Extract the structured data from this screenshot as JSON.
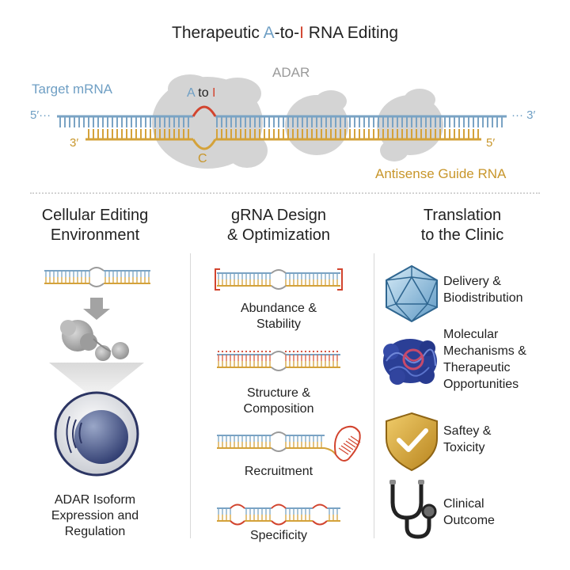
{
  "header": {
    "title_prefix": "Therapeutic ",
    "title_a": "A",
    "title_mid": "-to-",
    "title_i": "I",
    "title_suffix": " RNA Editing"
  },
  "schematic": {
    "target_label": "Target mRNA",
    "adar_label": "ADAR",
    "a_label": "A",
    "to_label": "to",
    "i_label": "I",
    "c_label": "C",
    "top_left_end": "5′···",
    "top_right_end": "··· 3′",
    "bottom_left_end": "3′",
    "bottom_right_end": "5′",
    "guide_label": "Antisense Guide RNA"
  },
  "columns": [
    {
      "heading_line1": "Cellular Editing",
      "heading_line2": "Environment",
      "caption_line1": "ADAR Isoform",
      "caption_line2": "Expression and",
      "caption_line3": "Regulation"
    },
    {
      "heading_line1": "gRNA Design",
      "heading_line2": "& Optimization",
      "items": [
        {
          "line1": "Abundance &",
          "line2": "Stability"
        },
        {
          "line1": "Structure &",
          "line2": "Composition"
        },
        {
          "line1": "Recruitment"
        },
        {
          "line1": "Specificity"
        }
      ]
    },
    {
      "heading_line1": "Translation",
      "heading_line2": "to the Clinic",
      "items": [
        {
          "icon": "icosahedron-icon",
          "line1": "Delivery &",
          "line2": "Biodistribution"
        },
        {
          "icon": "protein-structure-icon",
          "line1": "Molecular",
          "line2": "Mechanisms &",
          "line3": "Therapeutic",
          "line4": "Opportunities"
        },
        {
          "icon": "shield-check-icon",
          "line1": "Saftey &",
          "line2": "Toxicity"
        },
        {
          "icon": "stethoscope-icon",
          "line1": "Clinical",
          "line2": "Outcome"
        }
      ]
    }
  ],
  "colors": {
    "mrna": "#7aa3c4",
    "guide": "#d4a23a",
    "edit": "#d2442e",
    "adar": "#c8c8c8"
  }
}
